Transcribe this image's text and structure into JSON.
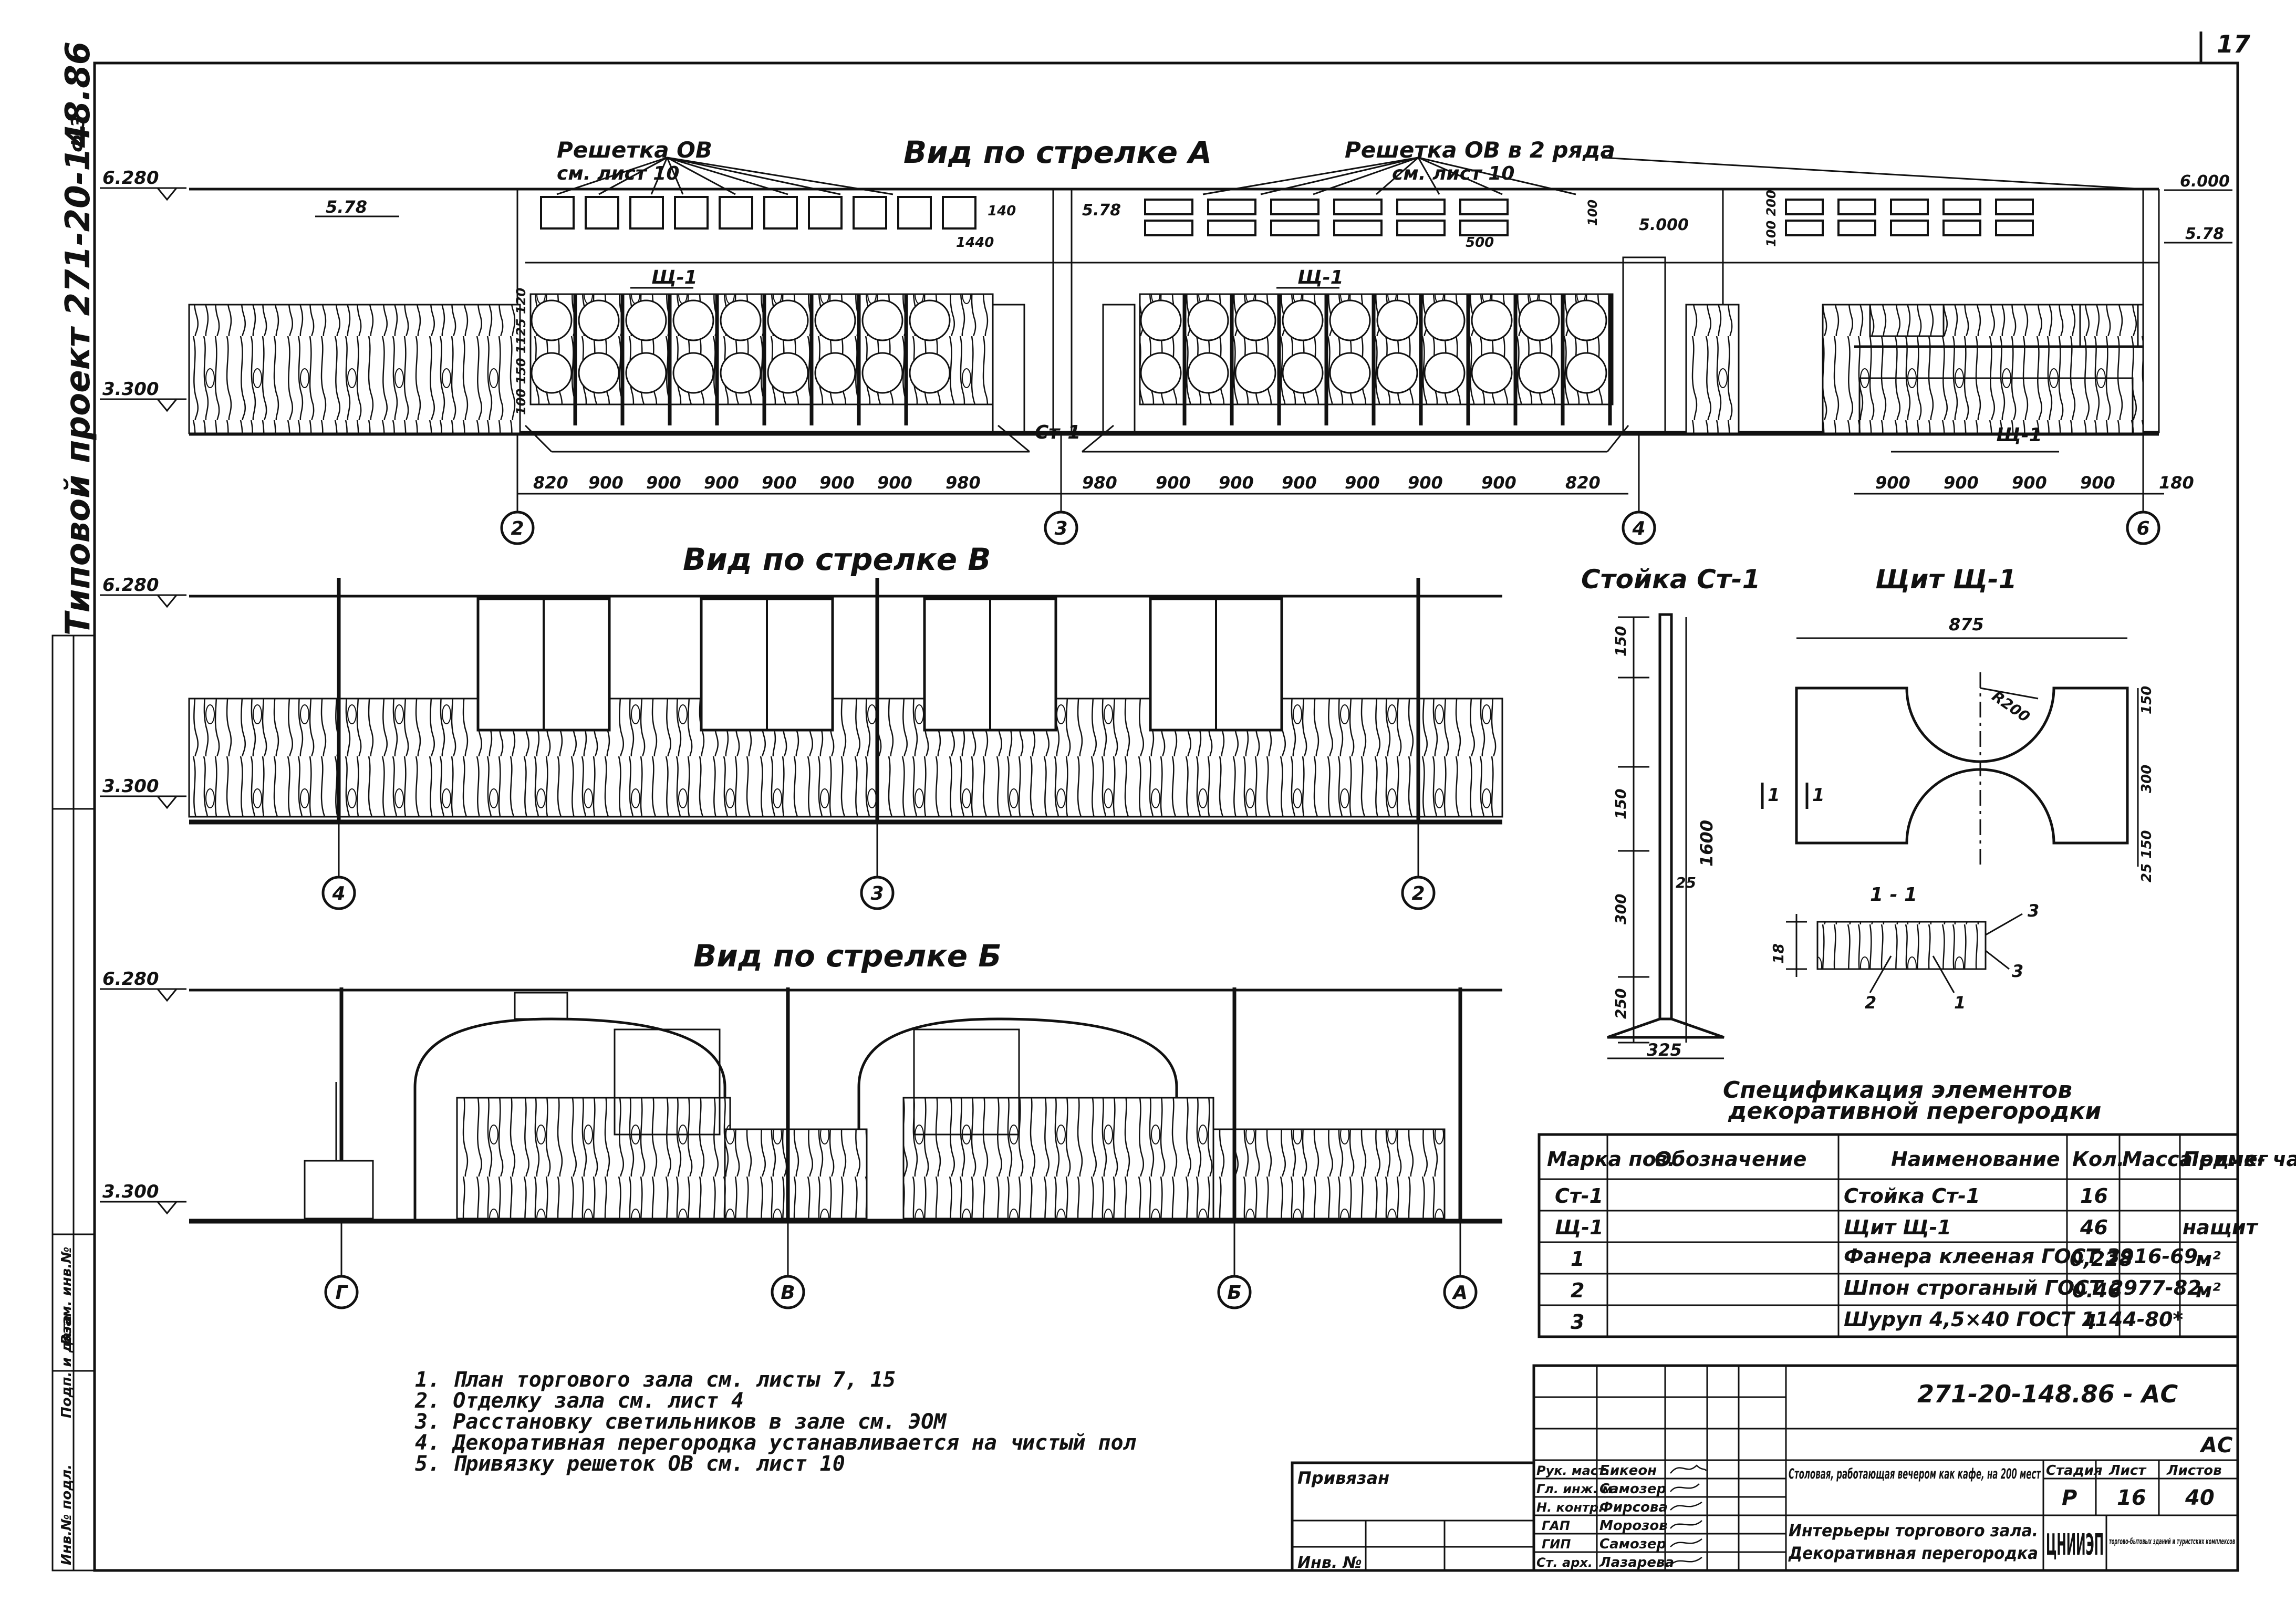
{
  "sheet_number": "17",
  "side_stamp": "Типовой проект 271-20-148.86",
  "side_small": "Ф.3",
  "side_boxes": [
    "Инв.№ подл.",
    "Подп. и дата",
    "Взам. инв.№"
  ],
  "view_a": {
    "title": "Вид по стрелке А",
    "grille_label_1": "Решетка ОВ",
    "grille_ref_1": "см. лист 10",
    "grille_label_2": "Решетка ОВ в 2 ряда",
    "grille_ref_2": "см. лист 10",
    "levels": [
      "6.280",
      "3.300",
      "5.78",
      "5.78",
      "5.000",
      "6.000",
      "5.78"
    ],
    "shield_labels": [
      "Щ-1",
      "Щ-1",
      "Щ-1"
    ],
    "post_label": "Ст-1",
    "dims_small": [
      "140",
      "1440",
      "500",
      "100",
      "100 200",
      "100 150 1125 120"
    ],
    "dims_bottom": [
      "820",
      "900",
      "900",
      "900",
      "900",
      "900",
      "900",
      "980",
      "980",
      "900",
      "900",
      "900",
      "900",
      "900",
      "900",
      "820",
      "900",
      "900",
      "900",
      "900",
      "180"
    ],
    "axes": [
      "2",
      "3",
      "4",
      "6"
    ]
  },
  "view_v": {
    "title": "Вид по стрелке В",
    "levels": [
      "6.280",
      "3.300"
    ],
    "axes": [
      "4",
      "3",
      "2"
    ]
  },
  "view_b": {
    "title": "Вид по стрелке Б",
    "levels": [
      "6.280",
      "3.300"
    ],
    "axes": [
      "Г",
      "В",
      "Б",
      "А"
    ]
  },
  "post_detail": {
    "title": "Стойка Ст-1",
    "dims": [
      "150",
      "150",
      "300",
      "250",
      "1600",
      "25",
      "325"
    ]
  },
  "shield_detail": {
    "title": "Щит Щ-1",
    "dims": [
      "875",
      "R200",
      "150",
      "300",
      "25 150"
    ],
    "section_marks": [
      "1",
      "1"
    ],
    "section_title": "1 - 1",
    "section_dims": [
      "18"
    ],
    "section_callouts": [
      "3",
      "3",
      "2",
      "1"
    ]
  },
  "spec": {
    "title_1": "Спецификация элементов",
    "title_2": "декоративной перегородки",
    "headers": [
      "Марка поз.",
      "Обозначение",
      "Наименование",
      "Кол.",
      "Масса ед. кг",
      "Приме- чание"
    ],
    "rows": [
      [
        "Ст-1",
        "",
        "Стойка Ст-1",
        "16",
        "",
        ""
      ],
      [
        "Щ-1",
        "",
        "Щит Щ-1",
        "46",
        "",
        "нащит"
      ],
      [
        "1",
        "",
        "Фанера клееная ГОСТ 3916-69",
        "0,228",
        "",
        "м²"
      ],
      [
        "2",
        "",
        "Шпон строганый ГОСТ 2977-82",
        "0.46",
        "",
        "м²"
      ],
      [
        "3",
        "",
        "Шуруп 4,5×40 ГОСТ 1144-80*",
        "4",
        "",
        ""
      ]
    ]
  },
  "notes": [
    "1. План торгового зала см. листы 7, 15",
    "2. Отделку зала см. лист 4",
    "3. Расстановку светильников в зале см. ЭОМ",
    "4. Декоративная перегородка устанавливается на чистый пол",
    "5. Привязку решеток ОВ см. лист 10"
  ],
  "privyazan": {
    "label": "Привязан",
    "inv_label": "Инв. №"
  },
  "title_block": {
    "code": "271-20-148.86 - АС",
    "mark": "АС",
    "roles": [
      "Рук. маст.",
      "Гл. инж. м.",
      "Н. контр.",
      "ГАП",
      "ГИП",
      "Ст. арх."
    ],
    "names": [
      "Бикеон",
      "Самозер",
      "Фирсова",
      "Морозов",
      "Самозер",
      "Лазарева"
    ],
    "object": "Столовая, работающая вечером как кафе, на 200 мест",
    "sheet_title_1": "Интерьеры торгового зала.",
    "sheet_title_2": "Декоративная перегородка",
    "stage_header": "Стадия",
    "list_header": "Лист",
    "lists_header": "Листов",
    "stage": "Р",
    "list": "16",
    "lists": "40",
    "org": "ЦНИИЭП",
    "org_sub": "торгово-бытовых зданий и туристских комплексов"
  }
}
